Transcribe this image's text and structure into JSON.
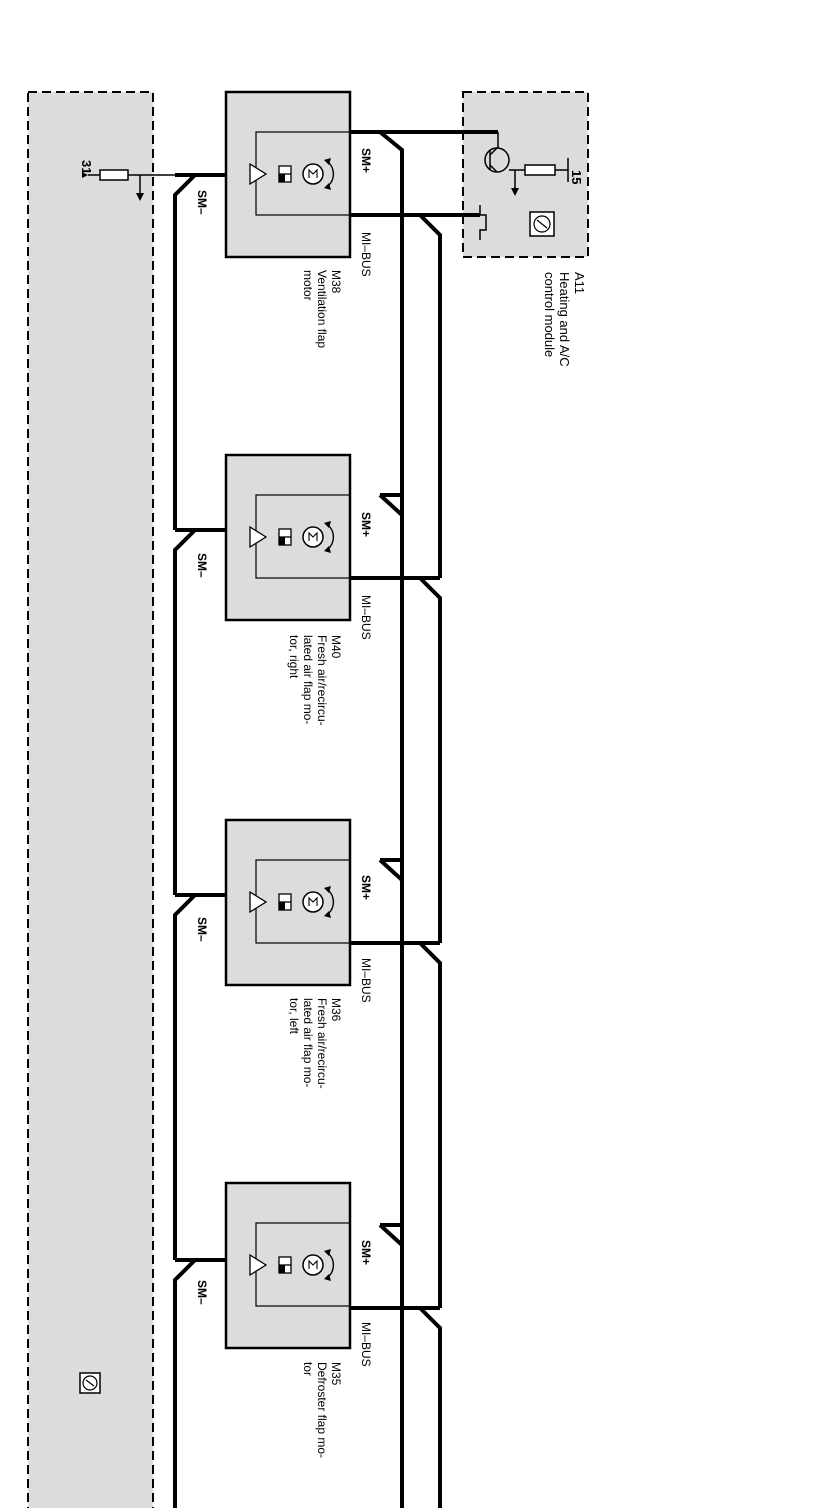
{
  "left_module": {
    "terminal_label": "31"
  },
  "control_module": {
    "code": "A11",
    "name_line1": "Heating and A/C",
    "name_line2": "control module",
    "terminal_label": "15"
  },
  "motors": [
    {
      "code": "M38",
      "name_lines": [
        "Ventilation flap",
        "motor"
      ],
      "sm_plus": "SM+",
      "sm_minus": "SM–",
      "bus": "MI–BUS"
    },
    {
      "code": "M40",
      "name_lines": [
        "Fresh air/recircu-",
        "lated air flap mo-",
        "tor, right"
      ],
      "sm_plus": "SM+",
      "sm_minus": "SM–",
      "bus": "MI–BUS"
    },
    {
      "code": "M36",
      "name_lines": [
        "Fresh air/recircu-",
        "lated air flap mo-",
        "tor, left"
      ],
      "sm_plus": "SM+",
      "sm_minus": "SM–",
      "bus": "MI–BUS"
    },
    {
      "code": "M35",
      "name_lines": [
        "Defroster flap mo-",
        "tor"
      ],
      "sm_plus": "SM+",
      "sm_minus": "SM–",
      "bus": "MI–BUS"
    }
  ],
  "colors": {
    "module_fill": "#dcdcdc",
    "line": "#000000"
  }
}
